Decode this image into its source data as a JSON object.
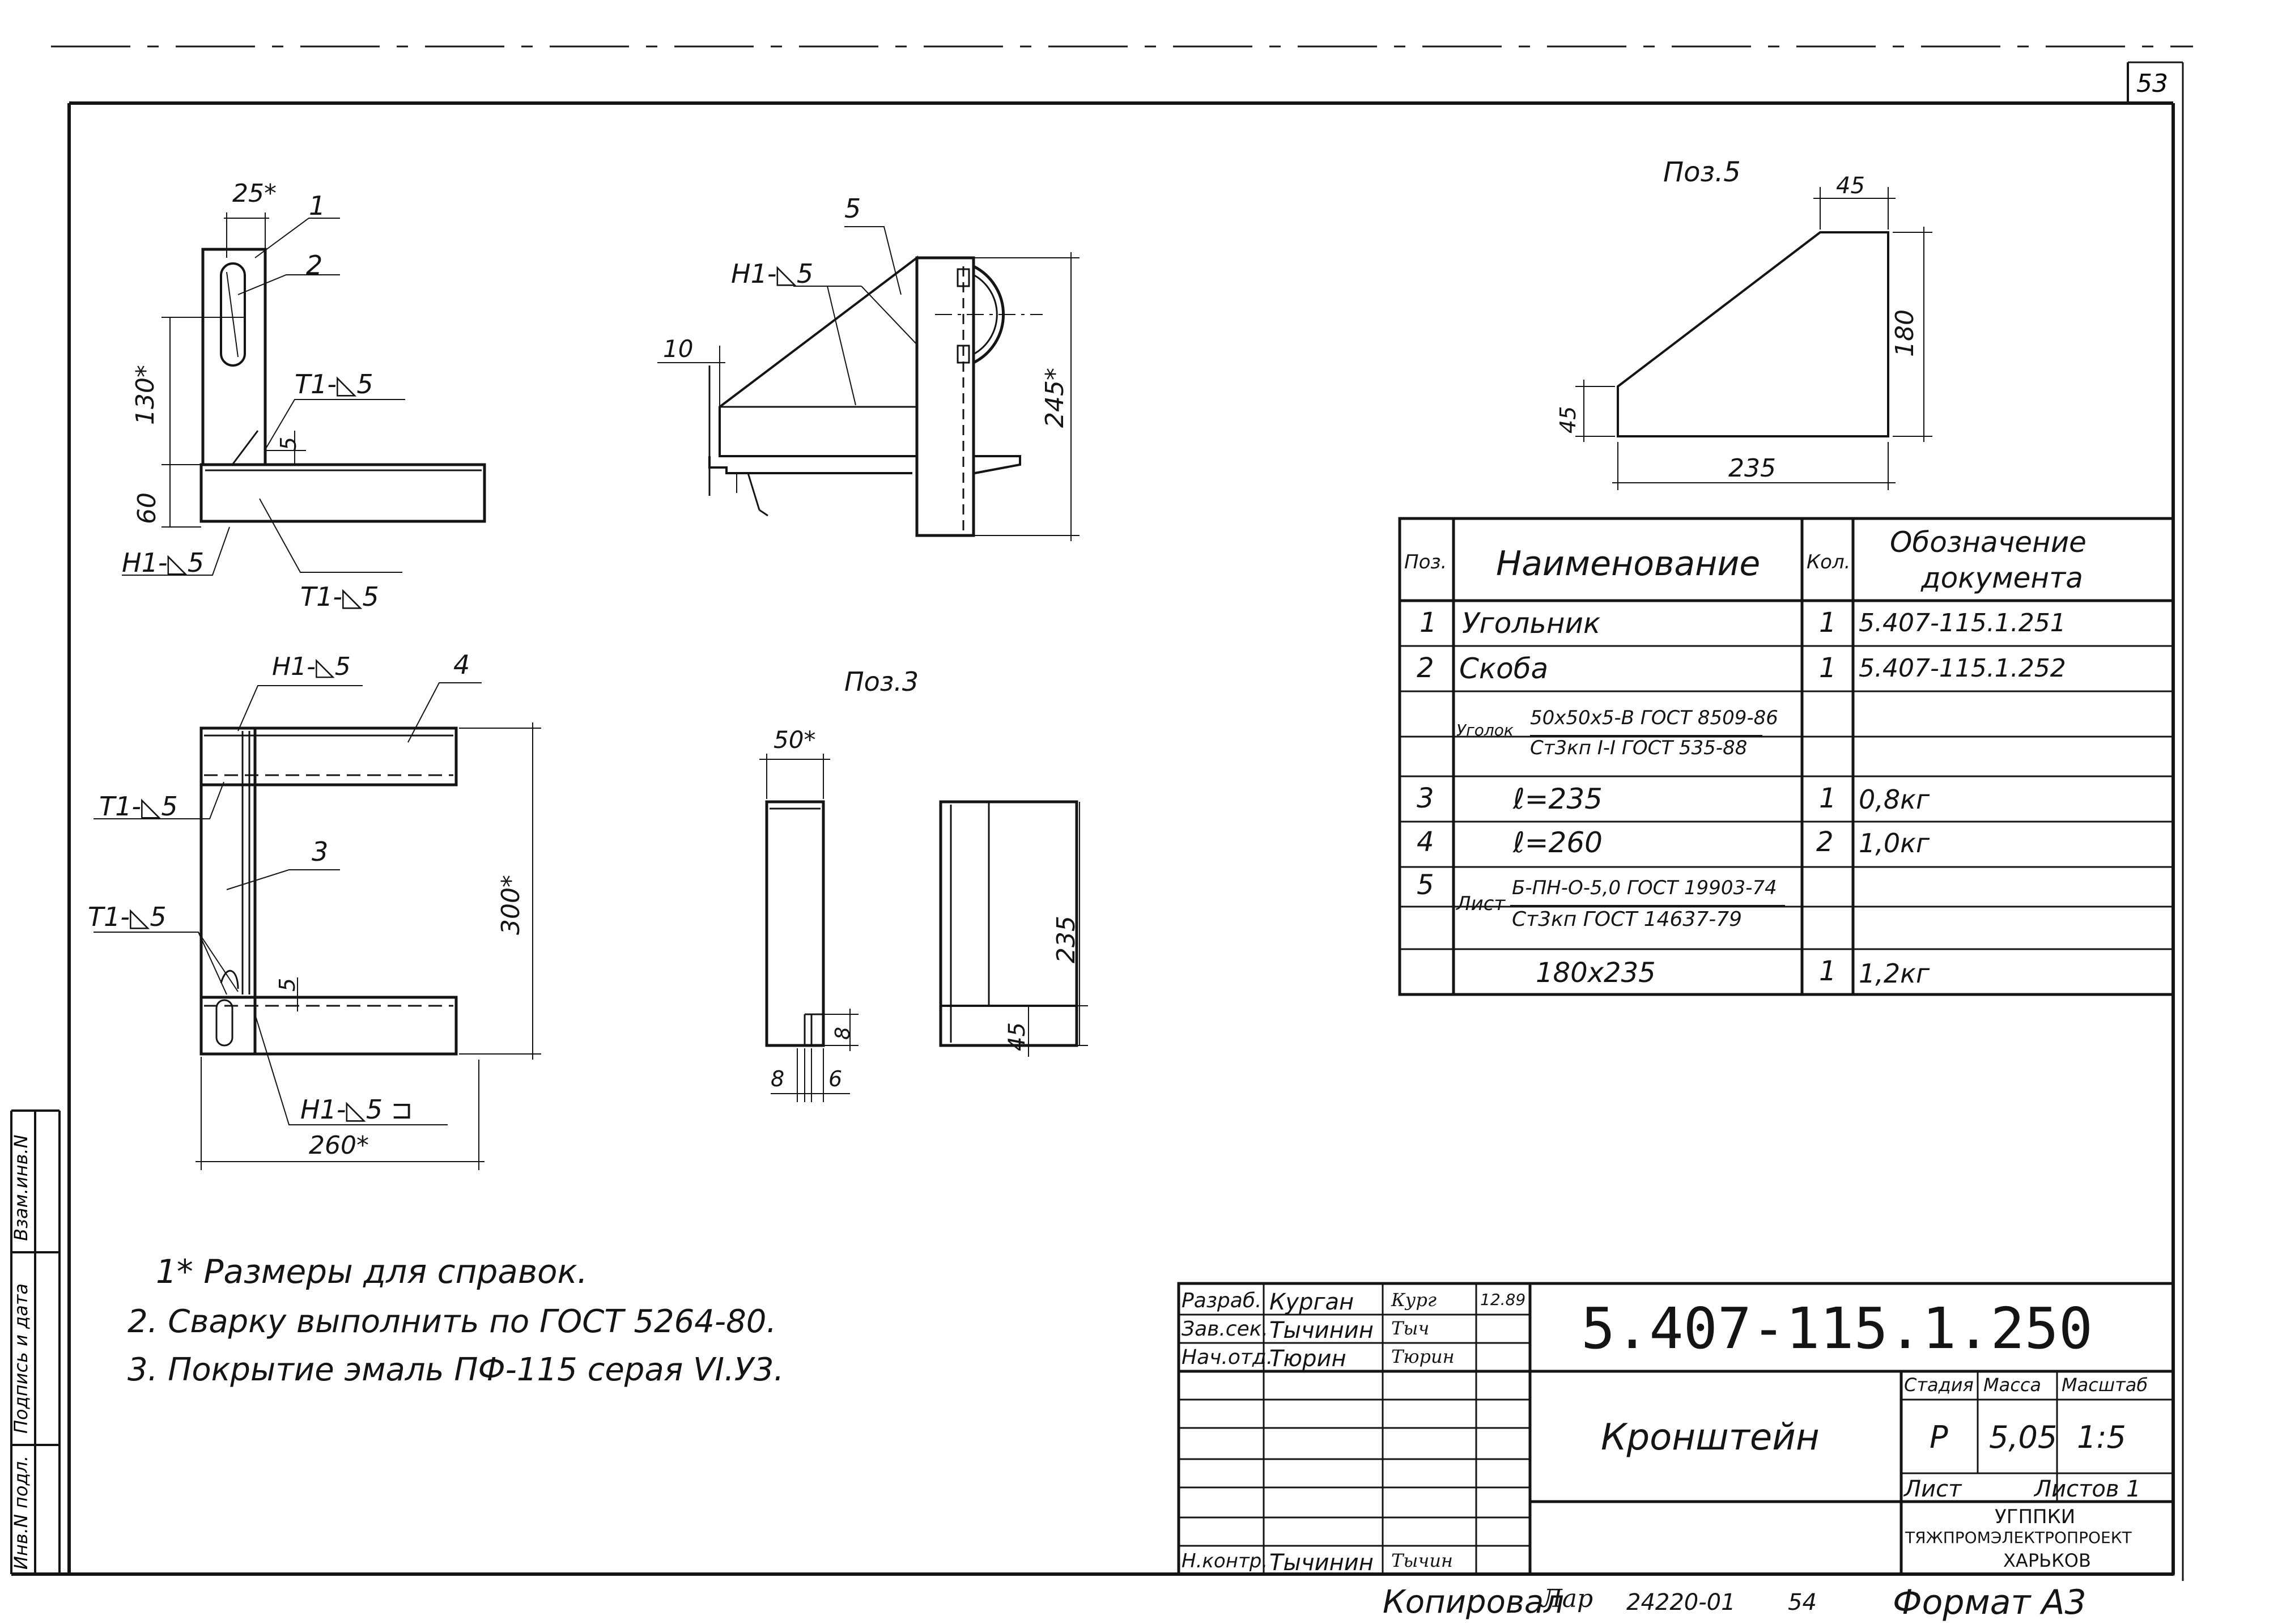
{
  "sheet": {
    "page_number": "53",
    "doc_code": "5.407-115.1.250",
    "format": "Формат А3",
    "copied_by": "Копировал",
    "copy_number": "24220-01",
    "copy_page": "54",
    "side_labels": [
      "Инв.N подл.",
      "Подпись и дата",
      "Взам.инв.N"
    ]
  },
  "views": {
    "main_labels": {
      "pos1": "1",
      "pos2": "2",
      "pos3": "3",
      "pos4": "4",
      "pos5": "5",
      "dim_25": "25*",
      "dim_130": "130*",
      "dim_60": "60",
      "dim_5a": "5",
      "dim_10": "10",
      "dim_245": "245*",
      "dim_300": "300*",
      "dim_260": "260*",
      "dim_5b": "5",
      "weld_t1_a": "Т1-◺5",
      "weld_h1_a": "Н1-◺5",
      "weld_t1_b": "Т1-◺5",
      "weld_h1_b": "Н1-◺5",
      "weld_h1_c": "Н1-◺5",
      "weld_t1_c": "Т1-◺5",
      "weld_t1_d": "Т1-◺5",
      "weld_h1_d": "Н1-◺5 ⊐"
    },
    "poz3": {
      "title": "Поз.3",
      "dim_50": "50*",
      "dim_235": "235",
      "dim_45": "45",
      "dim_8a": "8",
      "dim_8b": "8",
      "dim_6": "6"
    },
    "poz5": {
      "title": "Поз.5",
      "dim_45_top": "45",
      "dim_180": "180",
      "dim_45_left": "45",
      "dim_235": "235"
    }
  },
  "spec": {
    "headers": {
      "pos": "Поз.",
      "name": "Наименование",
      "qty": "Кол.",
      "designation_1": "Обозначение",
      "designation_2": "документа"
    },
    "rows": [
      {
        "pos": "1",
        "name": "Угольник",
        "qty": "1",
        "designation": "5.407-115.1.251"
      },
      {
        "pos": "2",
        "name": "Скоба",
        "qty": "1",
        "designation": "5.407-115.1.252"
      },
      {
        "pos": "",
        "name_prefix": "Уголок",
        "name_num": "50x50x5-В ГОСТ 8509-86",
        "name_den": "Ст3кп I-I ГОСТ 535-88",
        "qty": "",
        "designation": ""
      },
      {
        "pos": "3",
        "name": "ℓ=235",
        "qty": "1",
        "designation": "0,8кг"
      },
      {
        "pos": "4",
        "name": "ℓ=260",
        "qty": "2",
        "designation": "1,0кг"
      },
      {
        "pos": "5",
        "name_prefix": "Лист",
        "name_num": "Б-ПН-О-5,0 ГОСТ 19903-74",
        "name_den": "Ст3кп ГОСТ 14637-79",
        "qty": "",
        "designation": ""
      },
      {
        "pos": "",
        "name": "180x235",
        "qty": "1",
        "designation": "1,2кг"
      }
    ]
  },
  "notes": [
    "1* Размеры для справок.",
    "2. Сварку выполнить по ГОСТ 5264-80.",
    "3. Покрытие эмаль ПФ-115 серая VI.У3."
  ],
  "title_block": {
    "doc_code": "5.407-115.1.250",
    "signatures": [
      {
        "role": "Разраб.",
        "name": "Курган",
        "sign": "Кург",
        "date": "12.89"
      },
      {
        "role": "Зав.сек.",
        "name": "Тычинин",
        "sign": "Тыч",
        "date": ""
      },
      {
        "role": "Нач.отд.",
        "name": "Тюрин",
        "sign": "Тюрин",
        "date": ""
      },
      {
        "role": "Н.контр.",
        "name": "Тычинин",
        "sign": "Тычин",
        "date": ""
      }
    ],
    "item_name": "Кронштейн",
    "stage_label": "Стадия",
    "mass_label": "Масса",
    "scale_label": "Масштаб",
    "stage": "Р",
    "mass": "5,05",
    "scale": "1:5",
    "sheet_label": "Лист",
    "sheets_label": "Листов 1",
    "org_1": "УГППКИ",
    "org_2": "ТЯЖПРОМЭЛЕКТРОПРОЕКТ",
    "org_3": "ХАРЬКОВ"
  }
}
